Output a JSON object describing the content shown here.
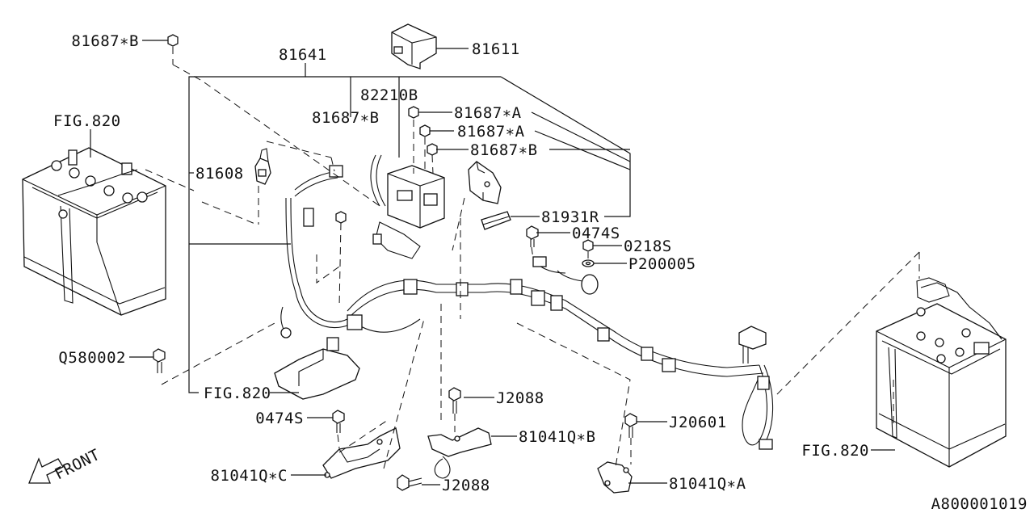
{
  "labels": {
    "p81687b_top": "81687∗B",
    "p81641": "81641",
    "p81611": "81611",
    "fig820_left": "FIG.820",
    "p82210b": "82210B",
    "p81687a_1": "81687∗A",
    "p81687b_mid": "81687∗B",
    "p81687a_2": "81687∗A",
    "p81687b_right": "81687∗B",
    "p81608": "81608",
    "p81931r": "81931R",
    "p0474s_top": "0474S",
    "p0218s": "0218S",
    "p200005": "P200005",
    "q580002": "Q580002",
    "fig820_bottom": "FIG.820",
    "j2088_top": "J2088",
    "p0474s_bottom": "0474S",
    "p81041qb": "81041Q∗B",
    "j20601": "J20601",
    "fig820_right": "FIG.820",
    "p81041qc": "81041Q∗C",
    "j2088_bottom": "J2088",
    "p81041qa": "81041Q∗A",
    "front": "FRONT",
    "diagram_id": "A800001019"
  }
}
